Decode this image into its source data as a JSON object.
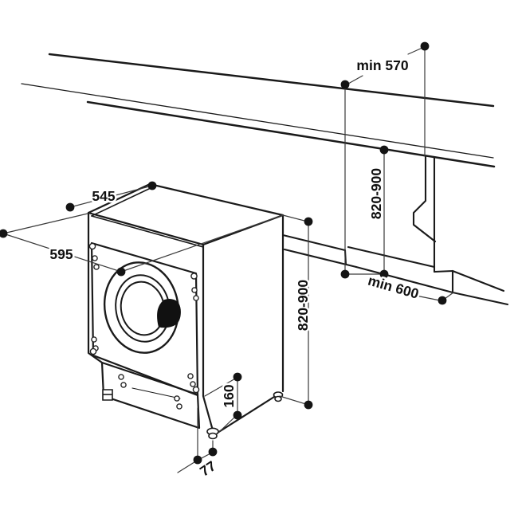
{
  "diagram": {
    "title": "built-in washing machine installation dimensions drawing",
    "labels": {
      "depth_top": "545",
      "width_front": "595",
      "worktop_min_depth": "min 570",
      "niche_min_width": "min 600",
      "height_range_right": "820-900",
      "height_range_left": "820-900",
      "base_height": "160",
      "foot_depth": "77"
    },
    "colors": {
      "line": "#1a1a1a",
      "thin_line": "#3a3a3a",
      "dot": "#141414",
      "background": "#ffffff",
      "door_handle": "#111111"
    }
  }
}
